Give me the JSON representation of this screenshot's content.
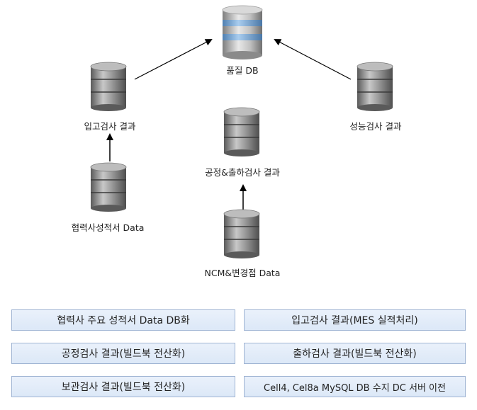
{
  "nodes": {
    "quality_db": "품질 DB",
    "incoming": "입고검사 결과",
    "performance": "성능검사 결과",
    "process_shipping": "공정&출하검사 결과",
    "supplier": "협력사성적서 Data",
    "ncm": "NCM&변경점 Data"
  },
  "tasks": [
    "협력사 주요 성적서 Data DB화",
    "입고검사 결과(MES 실적처리)",
    "공정검사 결과(빌드북 전산화)",
    "출하검사 결과(빌드북 전산화)",
    "보관검사 결과(빌드북 전산화)",
    "Cell4, Cel8a MySQL DB 수지 DC 서버 이전"
  ],
  "colors": {
    "main_db_band": "#8fb8de",
    "db_gray": "#8c8c8c",
    "box_border": "#9fb4d3",
    "box_fill": "#e3ecf8"
  }
}
